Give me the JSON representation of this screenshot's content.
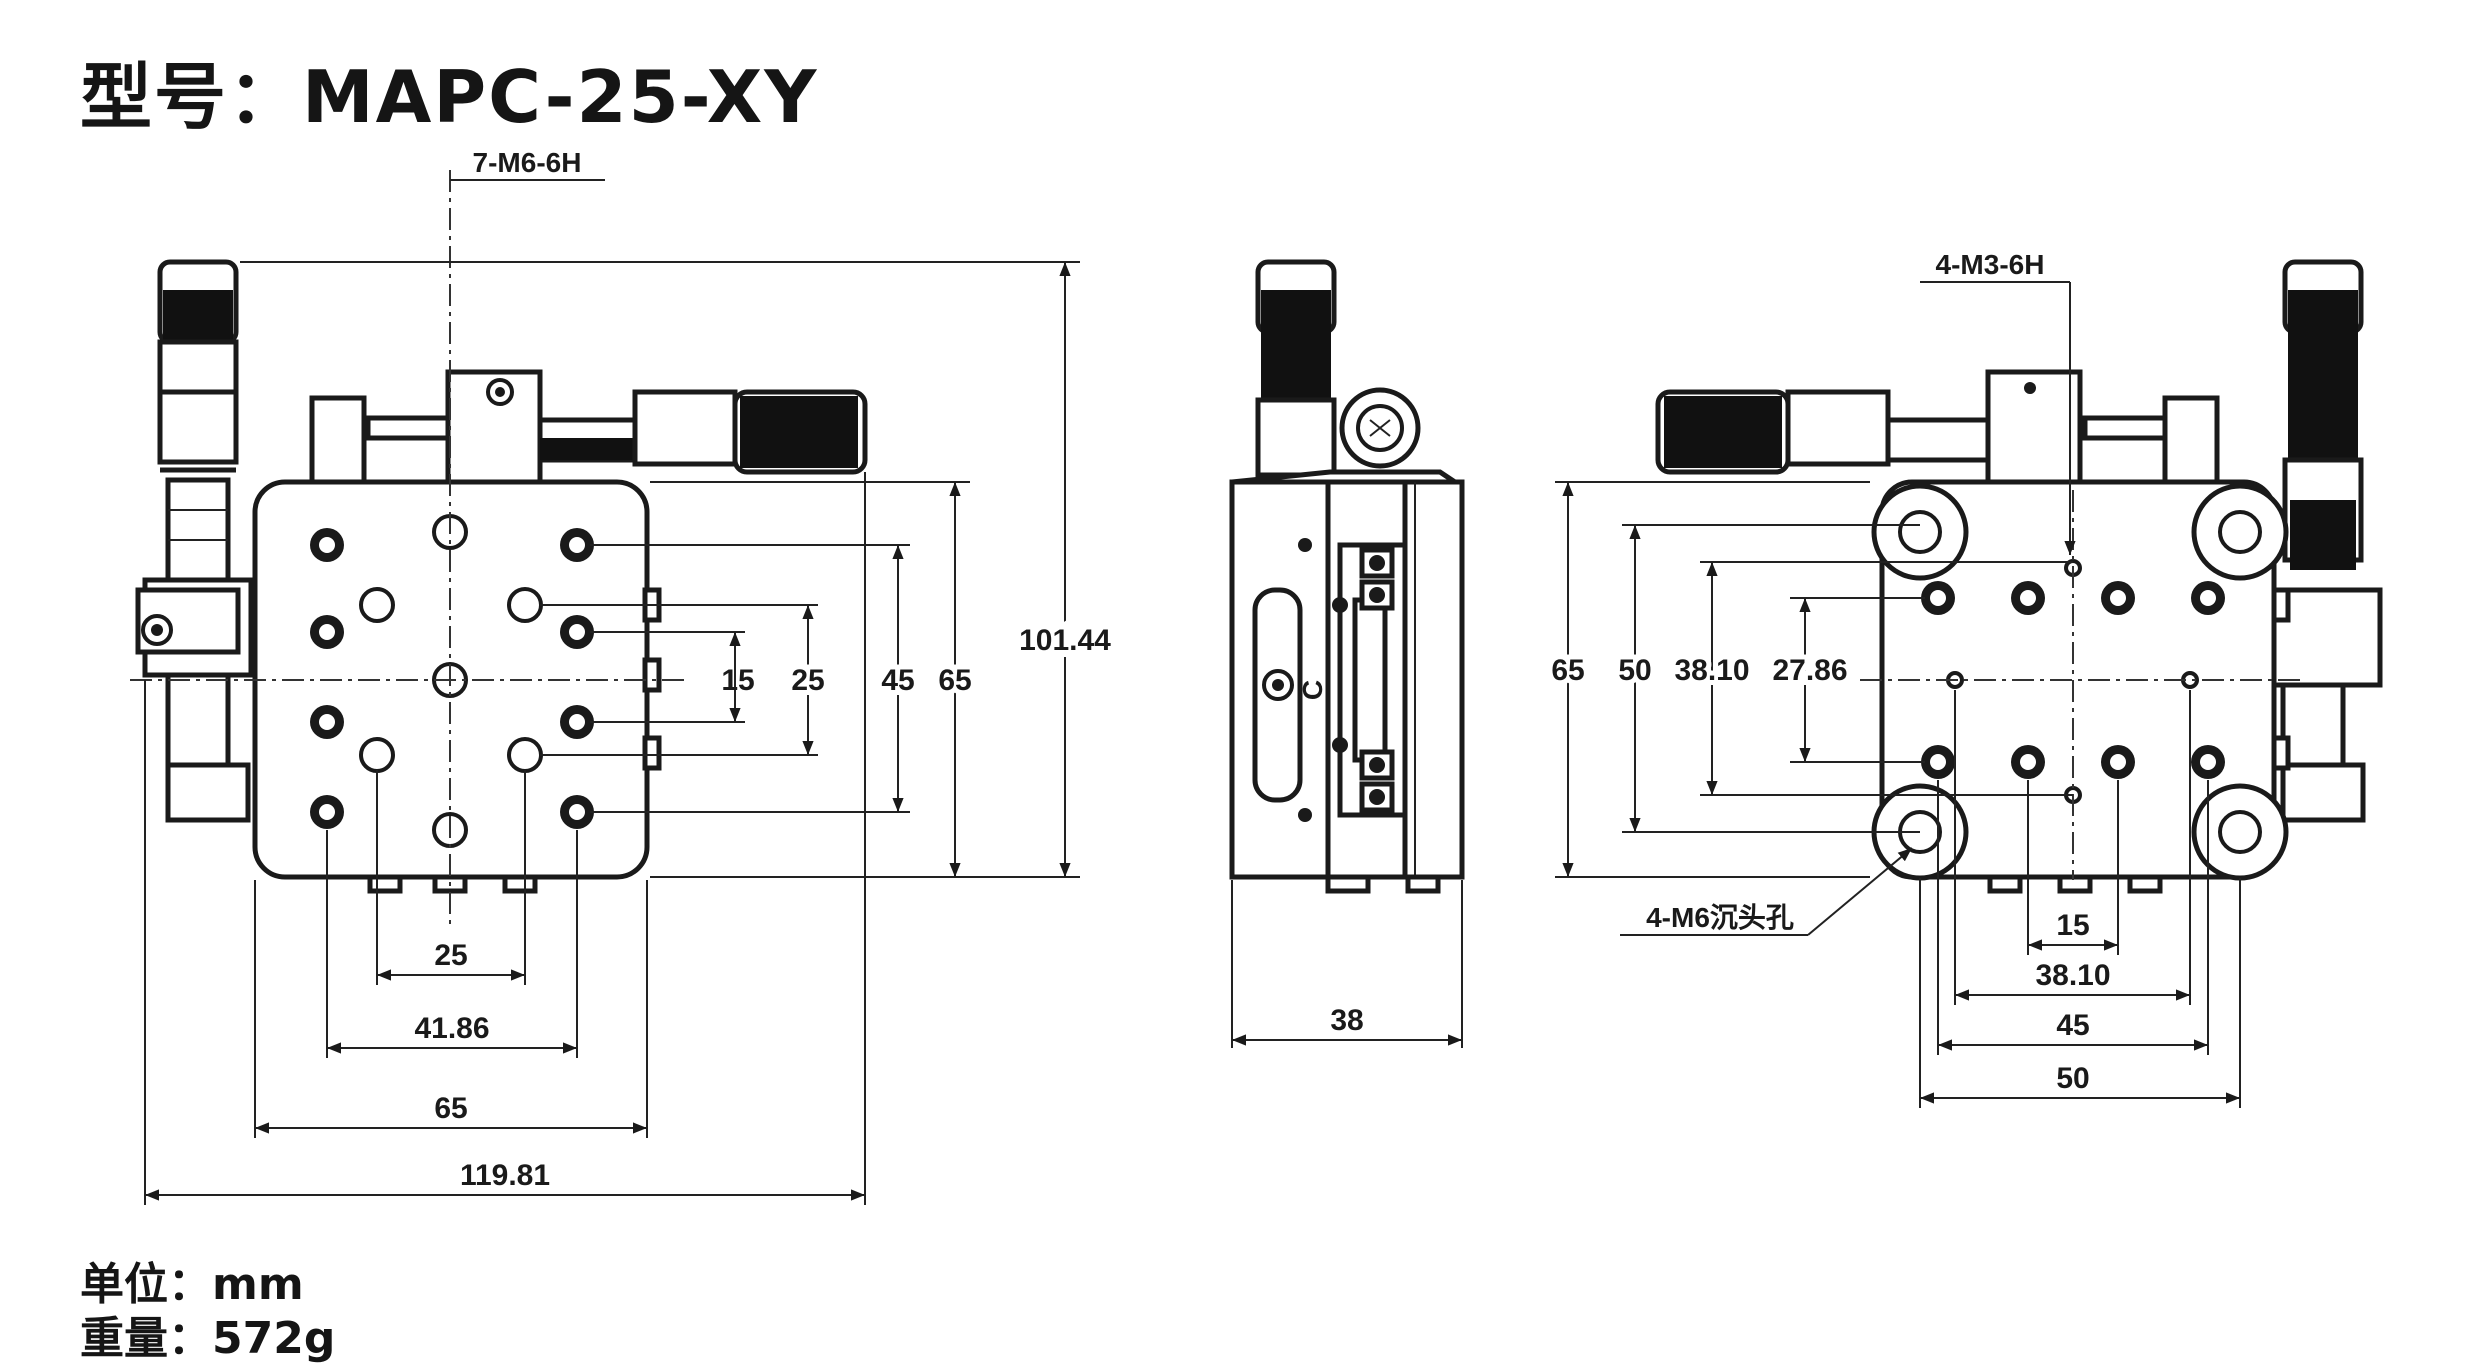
{
  "title": "型号：MAPC-25-XY",
  "specs": {
    "unit": "单位：mm",
    "weight": "重量：572g"
  },
  "callouts": {
    "front_tap": "7-M6-6H",
    "back_tap": "4-M3-6H",
    "counterbore": "4-M6沉头孔"
  },
  "front_view": {
    "vertical_dims": [
      "15",
      "25",
      "45",
      "65",
      "101.44"
    ],
    "horizontal_dims": [
      "25",
      "41.86",
      "65",
      "119.81"
    ]
  },
  "side_view": {
    "horizontal_dims": [
      "38"
    ]
  },
  "back_view": {
    "vertical_dims": [
      "65",
      "50",
      "38.10",
      "27.86"
    ],
    "horizontal_dims": [
      "15",
      "38.10",
      "45",
      "50"
    ]
  }
}
